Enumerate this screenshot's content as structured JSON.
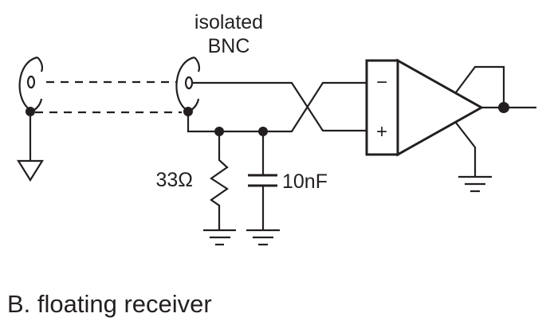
{
  "figure": {
    "caption": "B. floating receiver",
    "connector_label_line1": "isolated",
    "connector_label_line2": "BNC",
    "resistor_label": "33Ω",
    "capacitor_label": "10nF",
    "opamp_minus": "−",
    "opamp_plus": "+",
    "ink_color": "#231f20"
  }
}
